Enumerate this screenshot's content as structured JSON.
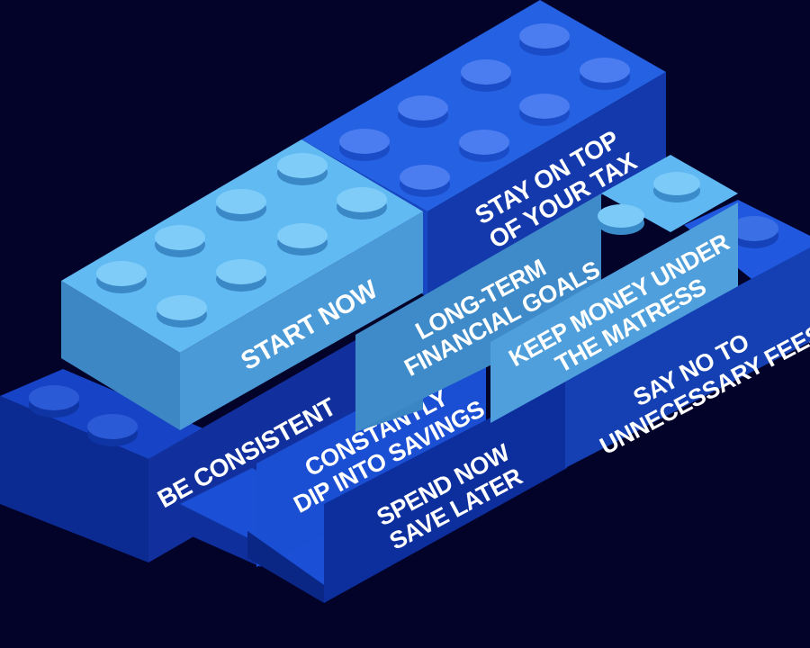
{
  "colors": {
    "background": "#03032a",
    "light_brick": "#5fb6f0",
    "mid_brick": "#1f5fe0",
    "dark_brick": "#103ab8"
  },
  "bricks": [
    {
      "id": "be-consistent",
      "lines": [
        "BE CONSISTENT"
      ]
    },
    {
      "id": "constantly-dip",
      "lines": [
        "CONSTANTLY",
        "DIP INTO SAVINGS"
      ]
    },
    {
      "id": "spend-now",
      "lines": [
        "SPEND NOW",
        "SAVE LATER"
      ]
    },
    {
      "id": "say-no-fees",
      "lines": [
        "SAY NO TO",
        "UNNECESSARY FEES"
      ]
    },
    {
      "id": "start-now",
      "lines": [
        "START NOW"
      ]
    },
    {
      "id": "long-term",
      "lines": [
        "LONG-TERM",
        "FINANCIAL GOALS"
      ]
    },
    {
      "id": "keep-money",
      "lines": [
        "KEEP MONEY UNDER",
        "THE MATRESS"
      ]
    },
    {
      "id": "stay-on-top",
      "lines": [
        "STAY ON TOP",
        "OF YOUR TAX"
      ]
    }
  ]
}
